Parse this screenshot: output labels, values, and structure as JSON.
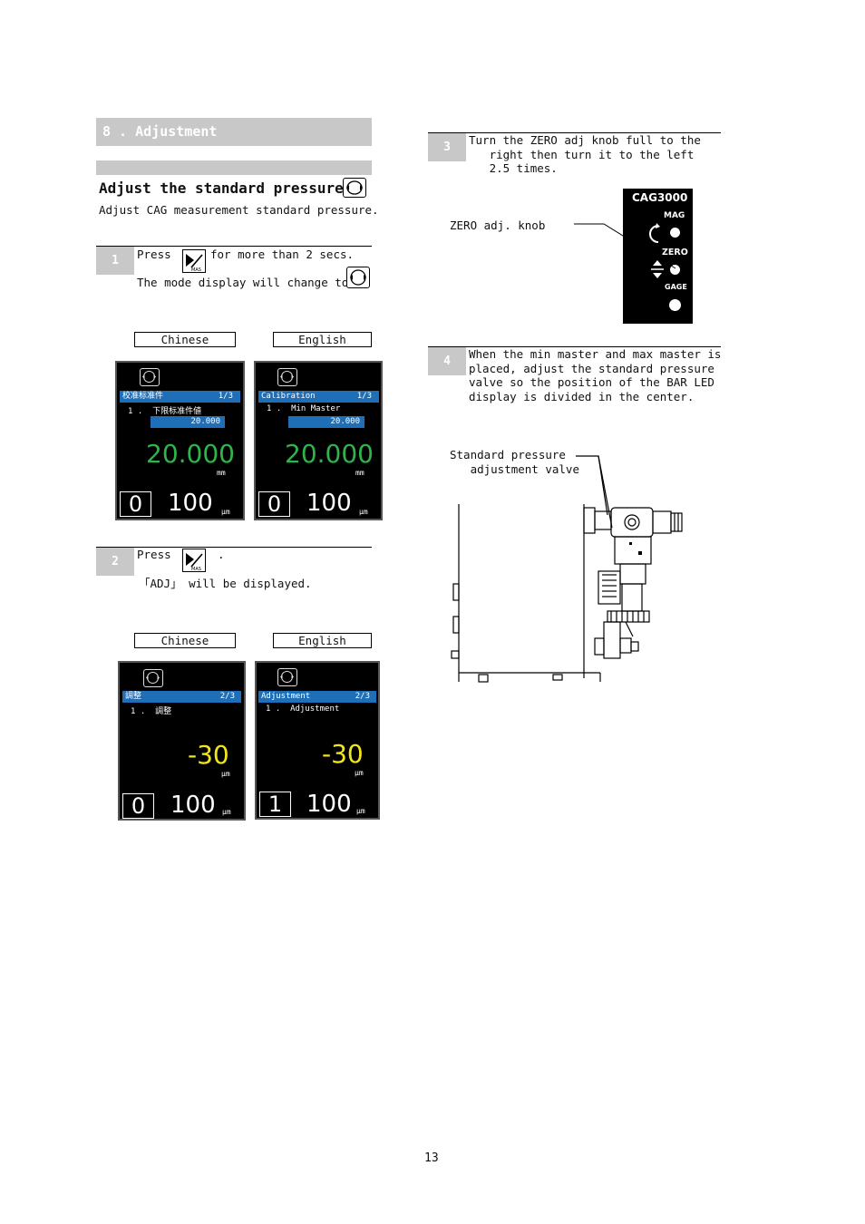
{
  "section": {
    "title": "8 . Adjustment"
  },
  "subsection": {
    "title": "Adjust the standard pressure",
    "description": "Adjust CAG measurement standard pressure."
  },
  "step1": {
    "num": "1",
    "press": "Press",
    "after": "for more than 2 secs.",
    "line2": "The mode display will change to",
    "icon": "mas-button-icon"
  },
  "tabs1": {
    "chinese": "Chinese",
    "english": "English"
  },
  "screens1": {
    "chinese": {
      "bar_left": "校准标准件",
      "bar_right": "1/3",
      "item": "1 .  下限标准件値",
      "box": "20.000",
      "big": "20.000",
      "unit": "mm",
      "zero": "0",
      "hundred": "100",
      "um": "μm"
    },
    "english": {
      "bar_left": "Calibration",
      "bar_right": "1/3",
      "item": "1 .  Min Master",
      "box": "20.000",
      "big": "20.000",
      "unit": "mm",
      "zero": "0",
      "hundred": "100",
      "um": "μm"
    }
  },
  "step2": {
    "num": "2",
    "press": "Press",
    "after": ".",
    "line2": "「ADJ」 will be displayed."
  },
  "tabs2": {
    "chinese": "Chinese",
    "english": "English"
  },
  "screens2": {
    "chinese": {
      "bar_left": "調整",
      "bar_right": "2/3",
      "item": "1 .  調整",
      "big": "-30",
      "unit": "μm",
      "zero": "0",
      "hundred": "100",
      "um": "μm"
    },
    "english": {
      "bar_left": "Adjustment",
      "bar_right": "2/3",
      "item": "1 .  Adjustment",
      "big": "-30",
      "unit": "μm",
      "zero": "1",
      "hundred": "100",
      "um": "μm"
    }
  },
  "step3": {
    "num": "3",
    "text": "Turn the ZERO adj knob full to the\n   right then turn it to the left\n   2.5 times.",
    "knob_label": "ZERO adj. knob"
  },
  "panel": {
    "model": "CAG3000",
    "mag": "MAG",
    "zero": "ZERO",
    "gage": "GAGE"
  },
  "step4": {
    "num": "4",
    "text": "When the min master and max master is\nplaced, adjust the standard pressure\nvalve so the position of the BAR LED\ndisplay is divided in the center.",
    "valve_label": "Standard pressure\n   adjustment valve"
  },
  "page_number": "13",
  "colors": {
    "green": "#2fb44a",
    "yellow": "#f3e51c",
    "blue": "#1f6fb8",
    "gray": "#c8c8c8"
  }
}
